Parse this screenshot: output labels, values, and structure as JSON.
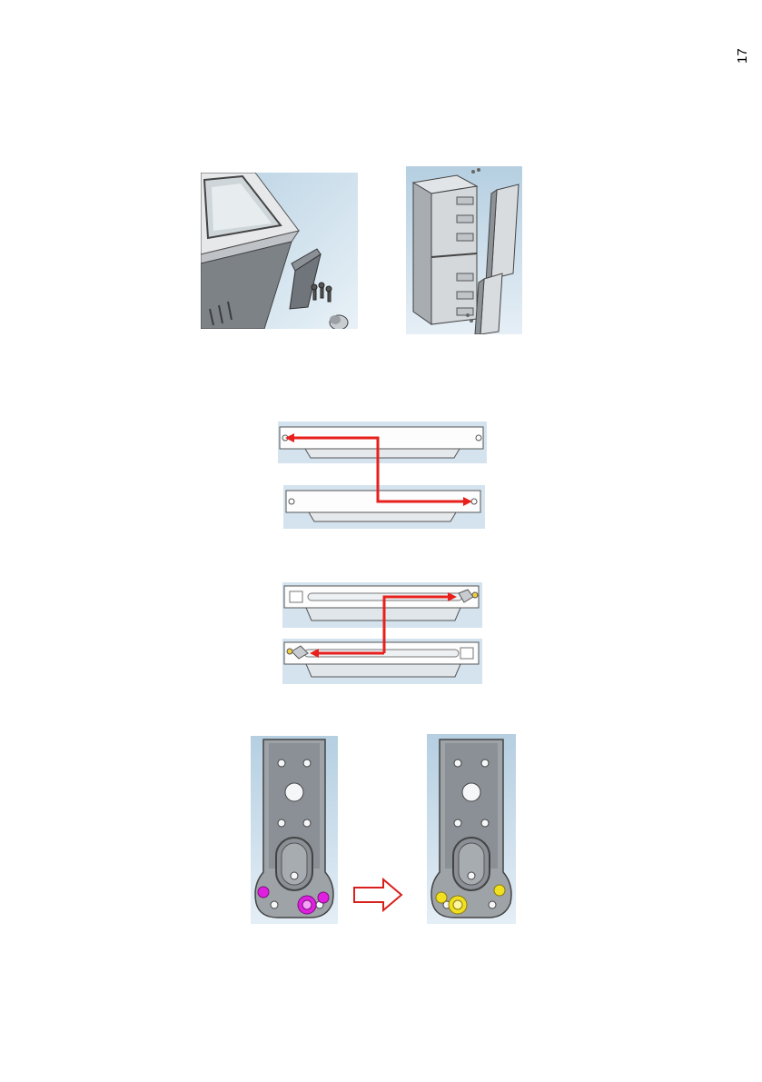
{
  "page": {
    "page_number": "17",
    "underlined_label": ""
  },
  "figures": {
    "hinge_cover": {
      "icon": "hinge-cover-removal-illustration"
    },
    "cabinet_doors": {
      "icon": "door-removal-illustration"
    },
    "top_panel_swap": {
      "icon": "top-panel-swap-illustration",
      "arrow_color": "#e8201c"
    },
    "bottom_panel_swap": {
      "icon": "bottom-panel-swap-illustration",
      "arrow_color": "#e8201c"
    },
    "hinge_before": {
      "icon": "hinge-bracket-before-illustration",
      "marker_color": "#e020e0"
    },
    "transfer_arrow": {
      "icon": "right-arrow-icon",
      "color": "#d8201c"
    },
    "hinge_after": {
      "icon": "hinge-bracket-after-illustration",
      "marker_color": "#f0e020"
    }
  }
}
